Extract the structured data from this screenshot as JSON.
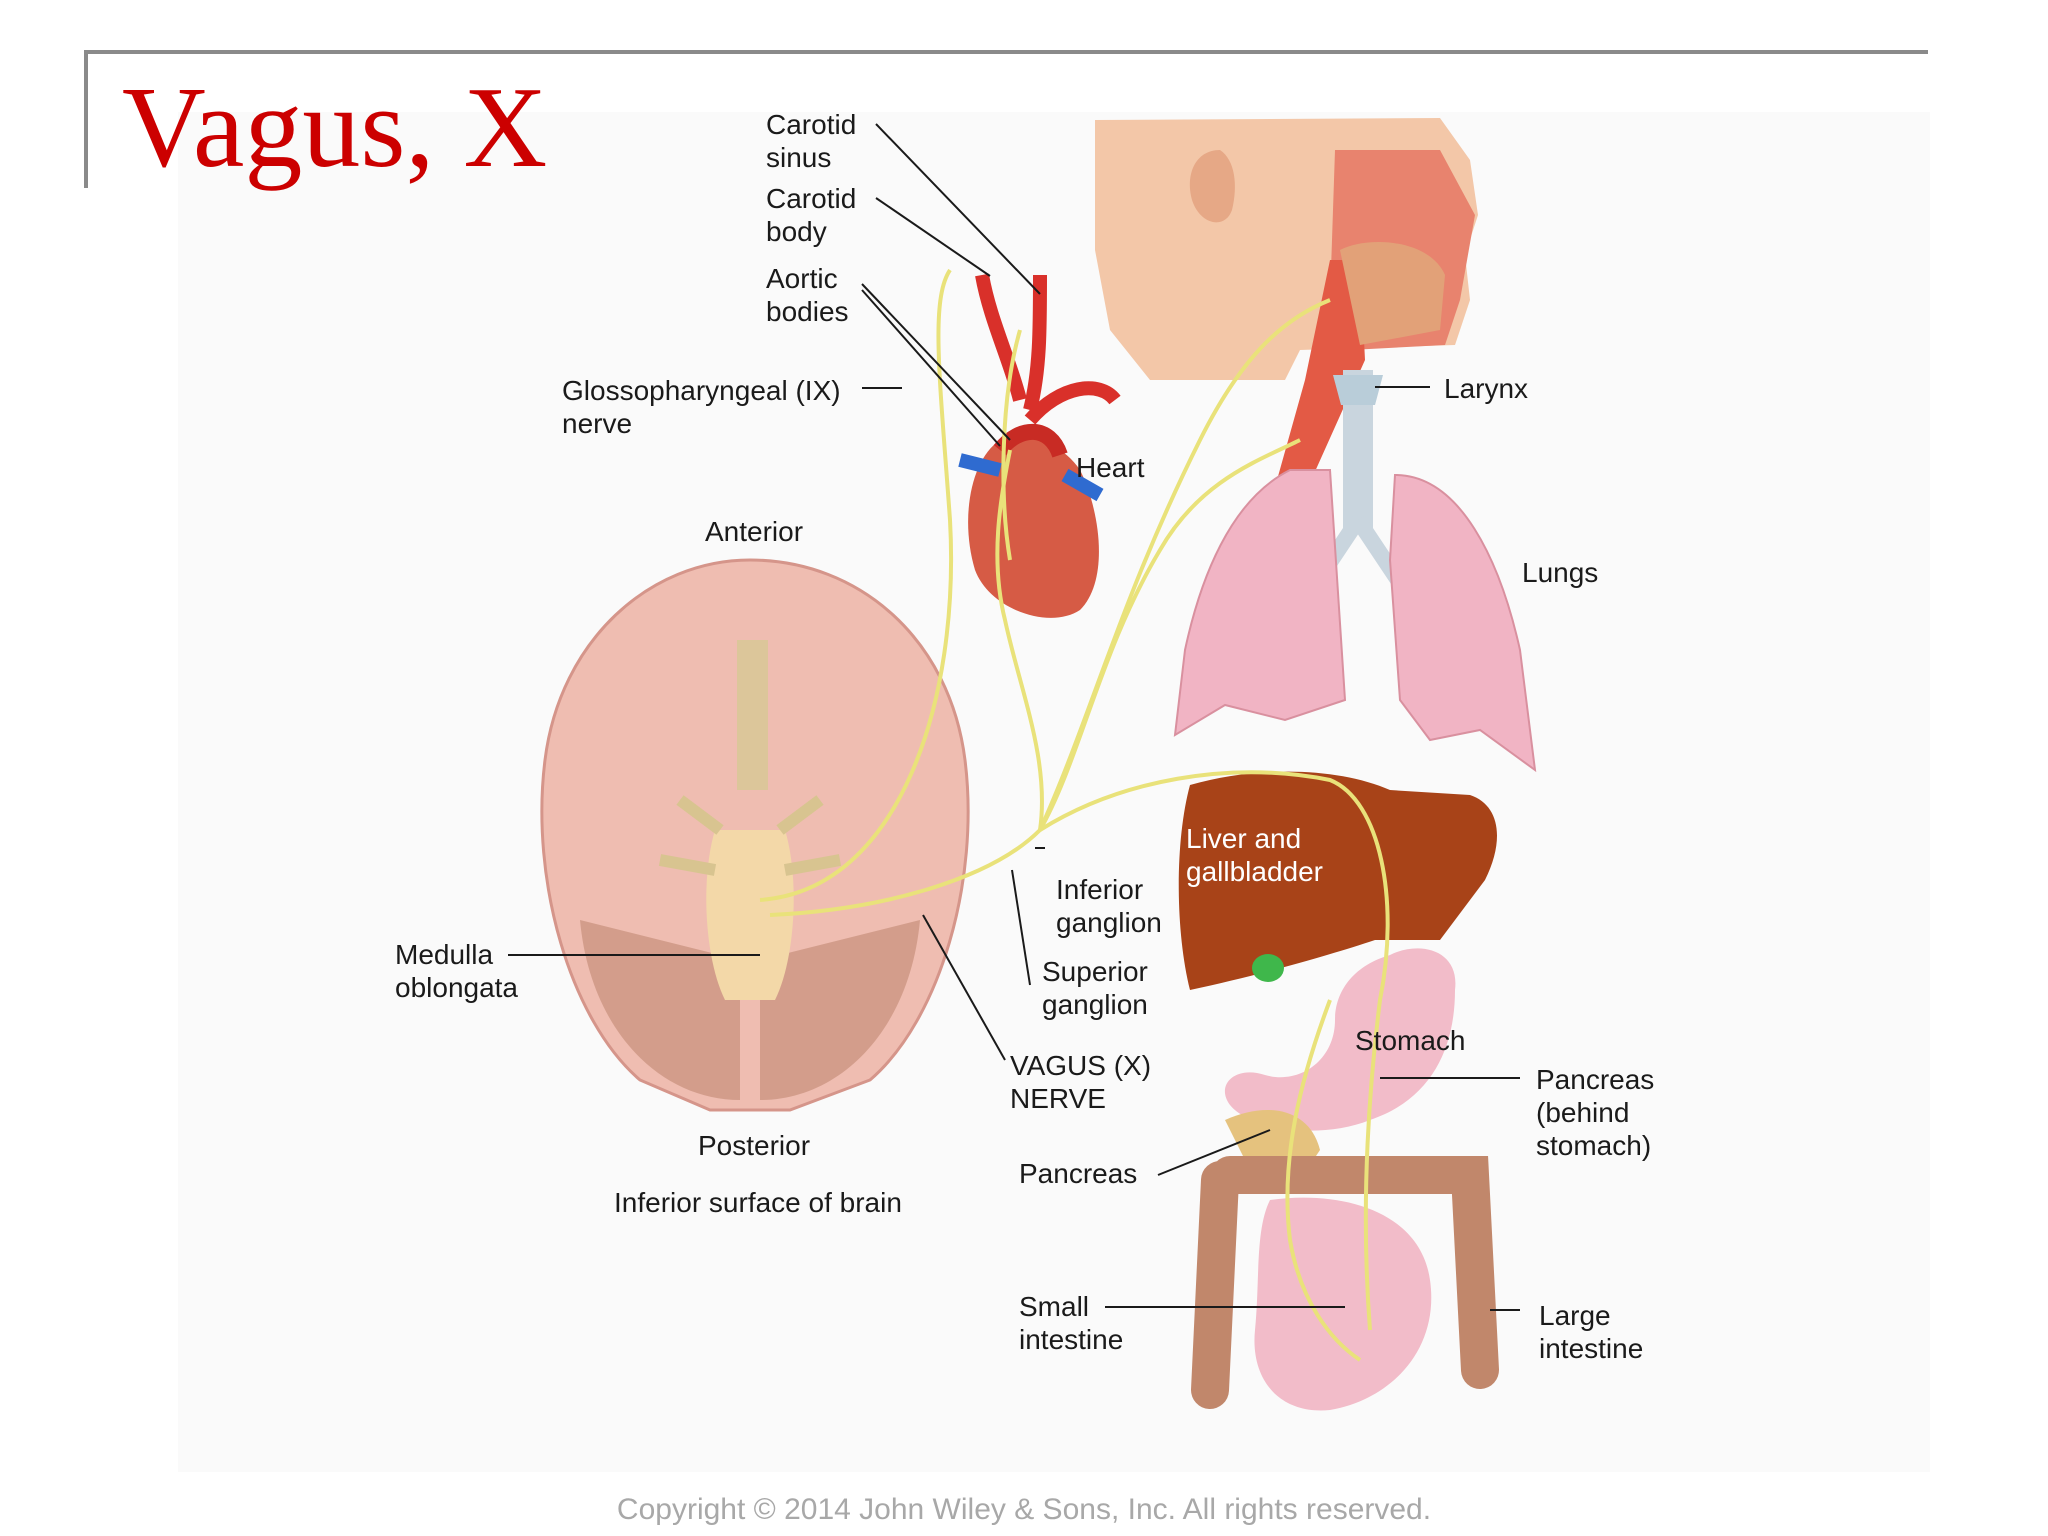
{
  "slide": {
    "title": "Vagus, X",
    "copyright": "Copyright © 2014 John Wiley & Sons, Inc. All rights reserved."
  },
  "labels": {
    "carotid_sinus": "Carotid\nsinus",
    "carotid_body": "Carotid\nbody",
    "aortic_bodies": "Aortic\nbodies",
    "glossopharyngeal": "Glossopharyngeal (IX)\nnerve",
    "heart": "Heart",
    "larynx": "Larynx",
    "lungs": "Lungs",
    "anterior": "Anterior",
    "posterior": "Posterior",
    "brain_caption": "Inferior surface of brain",
    "medulla": "Medulla\noblongata",
    "liver": "Liver and\ngallbladder",
    "inferior_ganglion": "Inferior\nganglion",
    "superior_ganglion": "Superior\nganglion",
    "vagus_nerve": "VAGUS (X)\nNERVE",
    "stomach": "Stomach",
    "pancreas_behind": "Pancreas\n(behind\nstomach)",
    "pancreas": "Pancreas",
    "small_intestine": "Small\nintestine",
    "large_intestine": "Large\nintestine"
  },
  "colors": {
    "title": "#cc0000",
    "nerve": "#e9e27a",
    "brain": "#efbdb1",
    "heart": "#c94a3a",
    "lungs": "#f1b4c4",
    "liver": "#a84318",
    "gallbladder": "#3fb74b",
    "stomach": "#f2bcc9",
    "colon": "#c1876b"
  }
}
